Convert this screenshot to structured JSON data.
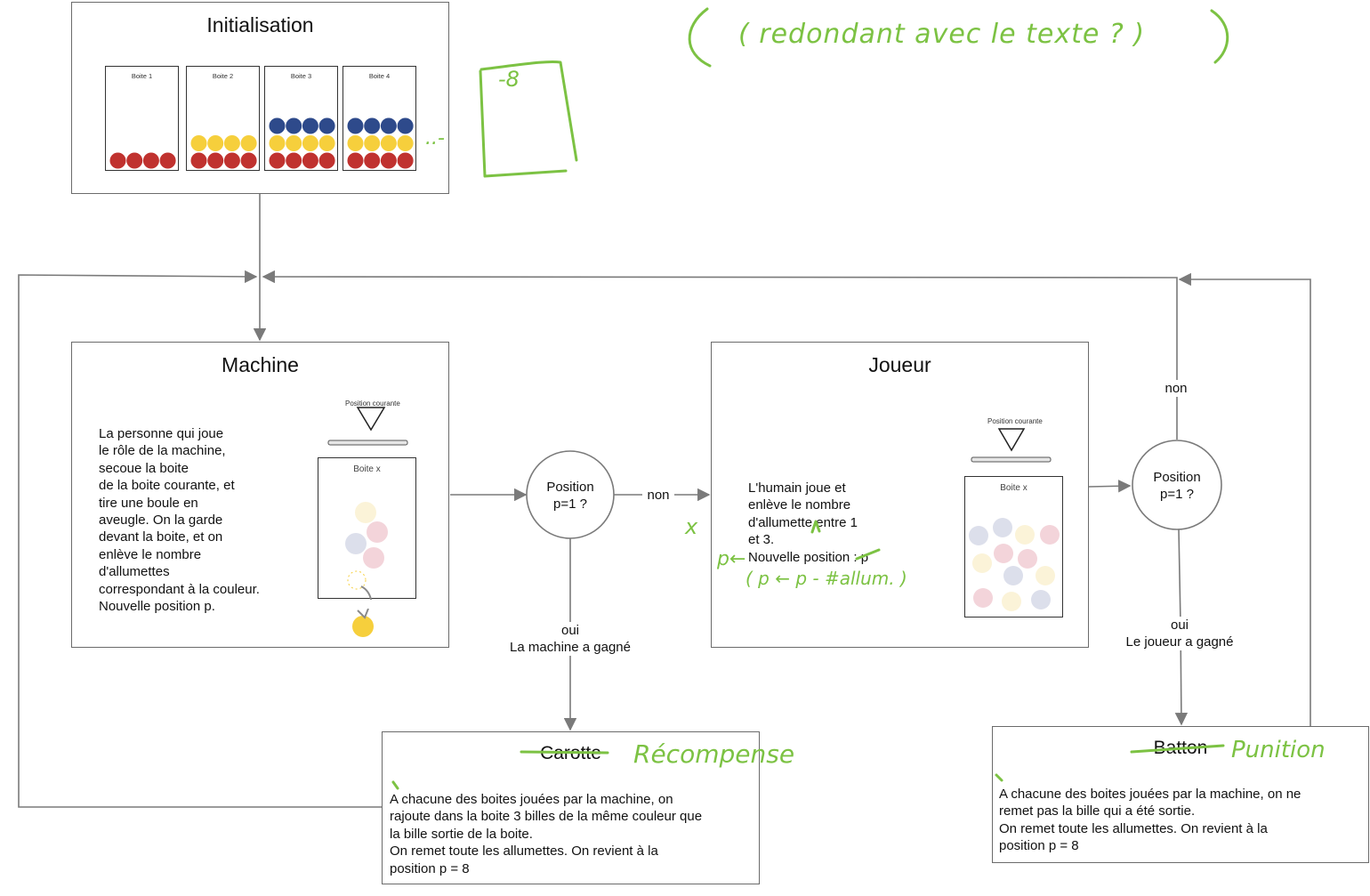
{
  "colors": {
    "red": "#c0322f",
    "yellow": "#f6cf3c",
    "blue": "#2e4a8b",
    "line": "#7a7a7a",
    "green": "#7cc243"
  },
  "init": {
    "title": "Initialisation",
    "boxes": [
      {
        "label": "Boite 1",
        "rows": [
          "red"
        ]
      },
      {
        "label": "Boite 2",
        "rows": [
          "yellow",
          "red"
        ]
      },
      {
        "label": "Boite 3",
        "rows": [
          "blue",
          "yellow",
          "red"
        ]
      },
      {
        "label": "Boite 4",
        "rows": [
          "blue",
          "yellow",
          "red"
        ]
      }
    ]
  },
  "machine": {
    "title": "Machine",
    "text": "La personne qui joue\nle rôle de la machine,\nsecoue la boite\nde la  boite courante, et\ntire une boule en\naveugle. On la garde\ndevant la boite, et on\nenlève le nombre\nd'allumettes\ncorrespondant à la couleur.\nNouvelle position p.",
    "position_label": "Position courante",
    "box_label": "Boite x"
  },
  "joueur": {
    "title": "Joueur",
    "text": "L'humain joue et\nenlève le nombre\nd'allumette entre 1\net 3.\nNouvelle position : p",
    "position_label": "Position courante",
    "box_label": "Boite x"
  },
  "decision1": {
    "text": "Position\np=1 ?"
  },
  "decision2": {
    "text": "Position\np=1 ?"
  },
  "edges": {
    "d1_non": "non",
    "d1_oui": "oui\nLa machine a gagné",
    "d2_non": "non",
    "d2_oui": "oui\nLe joueur a gagné"
  },
  "carotte": {
    "title": "Carotte",
    "text": "A chacune des boites jouées par la machine, on\nrajoute dans la boite 3 billes de la même couleur que\nla bille sortie de la boite.\nOn remet toute les allumettes. On revient à la\nposition p = 8"
  },
  "batton": {
    "title": "Batton",
    "text": "A chacune des boites jouées par la machine, on ne\nremet pas la bille qui a été sortie.\nOn remet toute les allumettes. On revient à la\nposition p = 8"
  },
  "annotations": {
    "top": "( redondant avec le texte ? )",
    "box8": "-8",
    "dots": "..-",
    "recompense": "Récompense",
    "punition": "Punition",
    "x_mark": "x",
    "p_arrow": "p←",
    "formula": "( p ← p - #allum. )"
  }
}
